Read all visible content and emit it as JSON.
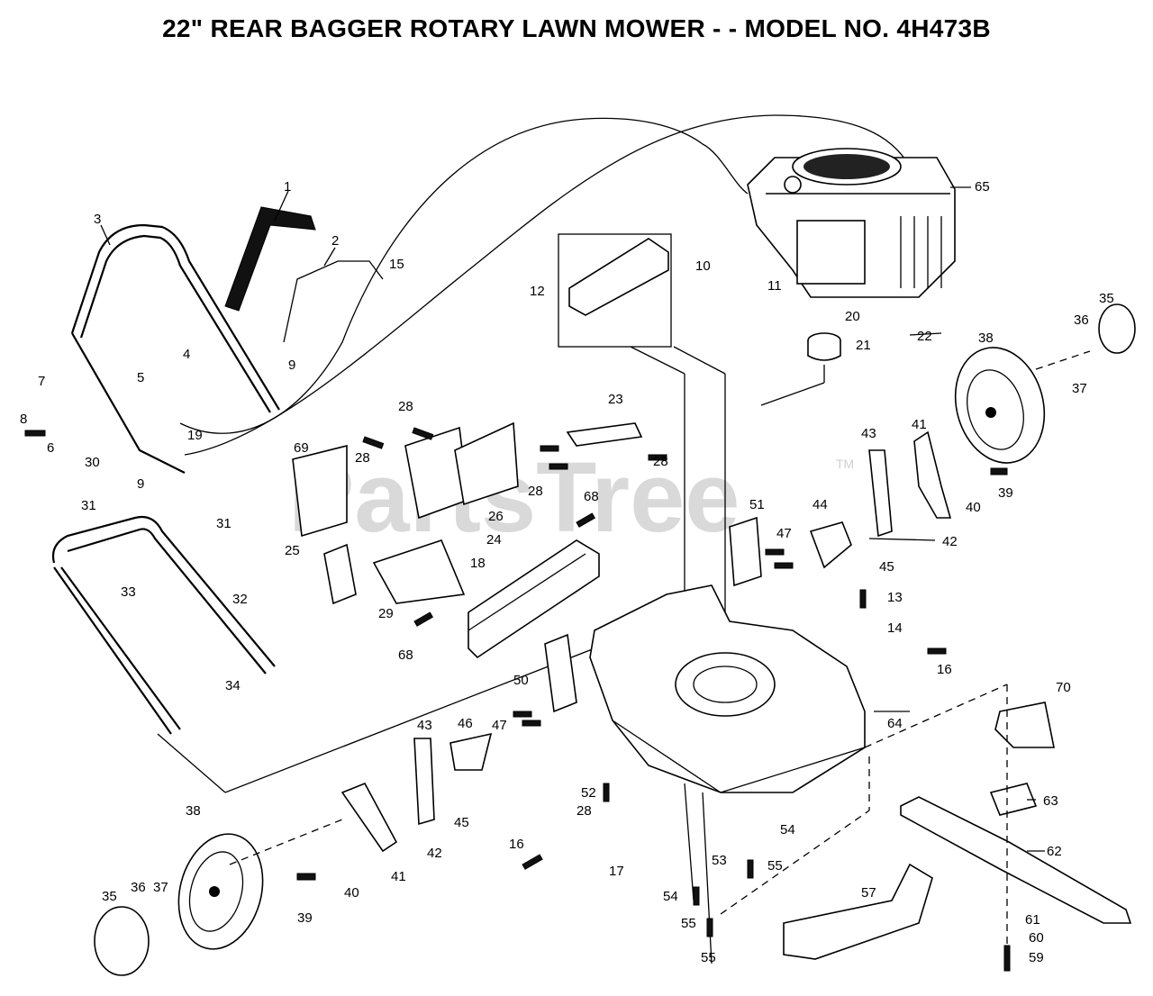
{
  "title": "22\" REAR BAGGER ROTARY LAWN MOWER - - MODEL NO. 4H473B",
  "watermark": "PartsTree",
  "watermark_tm": "TM",
  "labels": [
    {
      "id": "1",
      "text": "1"
    },
    {
      "id": "2",
      "text": "2"
    },
    {
      "id": "3",
      "text": "3"
    },
    {
      "id": "4",
      "text": "4"
    },
    {
      "id": "5",
      "text": "5"
    },
    {
      "id": "6",
      "text": "6"
    },
    {
      "id": "7",
      "text": "7"
    },
    {
      "id": "8",
      "text": "8"
    },
    {
      "id": "9a",
      "text": "9"
    },
    {
      "id": "9b",
      "text": "9"
    },
    {
      "id": "10",
      "text": "10"
    },
    {
      "id": "11",
      "text": "11"
    },
    {
      "id": "12",
      "text": "12"
    },
    {
      "id": "13",
      "text": "13"
    },
    {
      "id": "14",
      "text": "14"
    },
    {
      "id": "15",
      "text": "15"
    },
    {
      "id": "16a",
      "text": "16"
    },
    {
      "id": "16b",
      "text": "16"
    },
    {
      "id": "17",
      "text": "17"
    },
    {
      "id": "18",
      "text": "18"
    },
    {
      "id": "19",
      "text": "19"
    },
    {
      "id": "20",
      "text": "20"
    },
    {
      "id": "21",
      "text": "21"
    },
    {
      "id": "22",
      "text": "22"
    },
    {
      "id": "23",
      "text": "23"
    },
    {
      "id": "24",
      "text": "24"
    },
    {
      "id": "25",
      "text": "25"
    },
    {
      "id": "26",
      "text": "26"
    },
    {
      "id": "28a",
      "text": "28"
    },
    {
      "id": "28b",
      "text": "28"
    },
    {
      "id": "28c",
      "text": "28"
    },
    {
      "id": "28d",
      "text": "28"
    },
    {
      "id": "28e",
      "text": "28"
    },
    {
      "id": "29",
      "text": "29"
    },
    {
      "id": "30",
      "text": "30"
    },
    {
      "id": "31a",
      "text": "31"
    },
    {
      "id": "31b",
      "text": "31"
    },
    {
      "id": "32",
      "text": "32"
    },
    {
      "id": "33",
      "text": "33"
    },
    {
      "id": "34",
      "text": "34"
    },
    {
      "id": "35a",
      "text": "35"
    },
    {
      "id": "35b",
      "text": "35"
    },
    {
      "id": "36a",
      "text": "36"
    },
    {
      "id": "36b",
      "text": "36"
    },
    {
      "id": "37a",
      "text": "37"
    },
    {
      "id": "37b",
      "text": "37"
    },
    {
      "id": "38a",
      "text": "38"
    },
    {
      "id": "38b",
      "text": "38"
    },
    {
      "id": "39a",
      "text": "39"
    },
    {
      "id": "39b",
      "text": "39"
    },
    {
      "id": "40a",
      "text": "40"
    },
    {
      "id": "40b",
      "text": "40"
    },
    {
      "id": "41a",
      "text": "41"
    },
    {
      "id": "41b",
      "text": "41"
    },
    {
      "id": "42a",
      "text": "42"
    },
    {
      "id": "42b",
      "text": "42"
    },
    {
      "id": "43a",
      "text": "43"
    },
    {
      "id": "43b",
      "text": "43"
    },
    {
      "id": "44",
      "text": "44"
    },
    {
      "id": "45a",
      "text": "45"
    },
    {
      "id": "45b",
      "text": "45"
    },
    {
      "id": "46",
      "text": "46"
    },
    {
      "id": "47a",
      "text": "47"
    },
    {
      "id": "47b",
      "text": "47"
    },
    {
      "id": "50",
      "text": "50"
    },
    {
      "id": "51",
      "text": "51"
    },
    {
      "id": "52",
      "text": "52"
    },
    {
      "id": "53",
      "text": "53"
    },
    {
      "id": "54a",
      "text": "54"
    },
    {
      "id": "54b",
      "text": "54"
    },
    {
      "id": "55a",
      "text": "55"
    },
    {
      "id": "55b",
      "text": "55"
    },
    {
      "id": "55c",
      "text": "55"
    },
    {
      "id": "57",
      "text": "57"
    },
    {
      "id": "59",
      "text": "59"
    },
    {
      "id": "60",
      "text": "60"
    },
    {
      "id": "61",
      "text": "61"
    },
    {
      "id": "62",
      "text": "62"
    },
    {
      "id": "63",
      "text": "63"
    },
    {
      "id": "64",
      "text": "64"
    },
    {
      "id": "65",
      "text": "65"
    },
    {
      "id": "68a",
      "text": "68"
    },
    {
      "id": "68b",
      "text": "68"
    },
    {
      "id": "69",
      "text": "69"
    },
    {
      "id": "70",
      "text": "70"
    }
  ]
}
